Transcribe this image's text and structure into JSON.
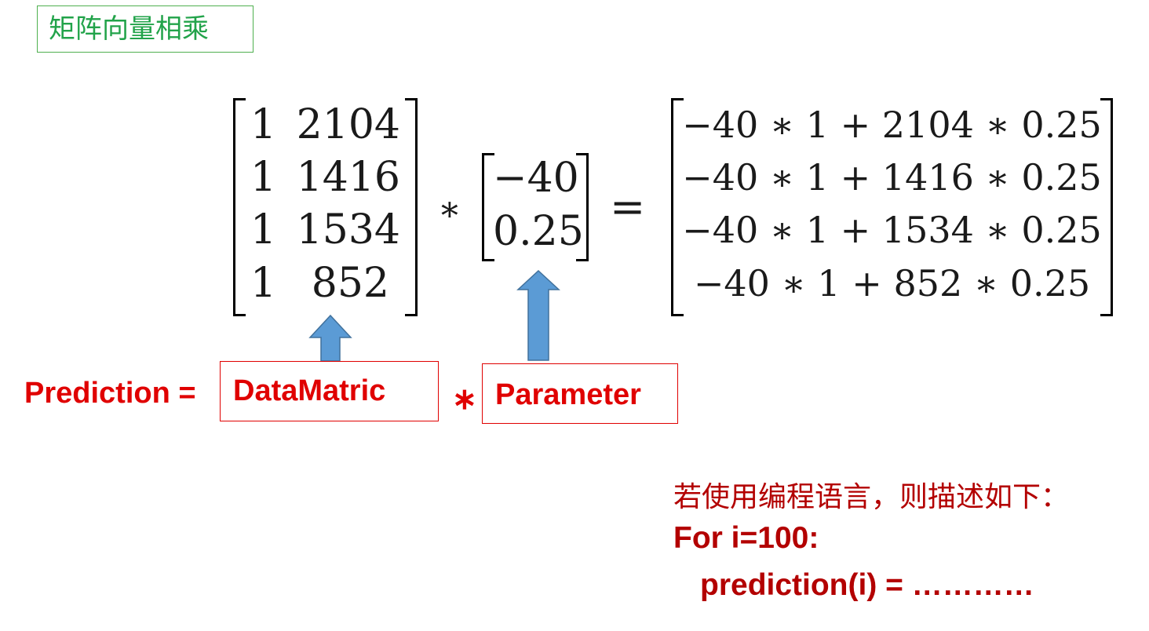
{
  "title": "矩阵向量相乘",
  "data_matrix": {
    "rows": [
      [
        "1",
        "2104"
      ],
      [
        "1",
        "1416"
      ],
      [
        "1",
        "1534"
      ],
      [
        "1",
        "852"
      ]
    ]
  },
  "times_symbol": "∗",
  "param_vector": [
    "−40",
    "0.25"
  ],
  "equals_symbol": "=",
  "result_vector": [
    "−40 ∗ 1 + 2104 ∗ 0.25",
    "−40 ∗ 1 + 1416 ∗ 0.25",
    "−40 ∗ 1 + 1534 ∗ 0.25",
    "−40 ∗ 1 + 852 ∗ 0.25"
  ],
  "formula": {
    "prediction_label": "Prediction =",
    "data_matrix_label": "DataMatric",
    "multiply_label": "∗",
    "parameter_label": "Parameter"
  },
  "note": {
    "description": "若使用编程语言，则描述如下：",
    "loop_line": "For i=100:",
    "body_line": "prediction(i) = …………"
  },
  "colors": {
    "title_green": "#22a34a",
    "accent_red": "#e00000",
    "note_red": "#b30000",
    "arrow_blue": "#5b9bd5"
  }
}
